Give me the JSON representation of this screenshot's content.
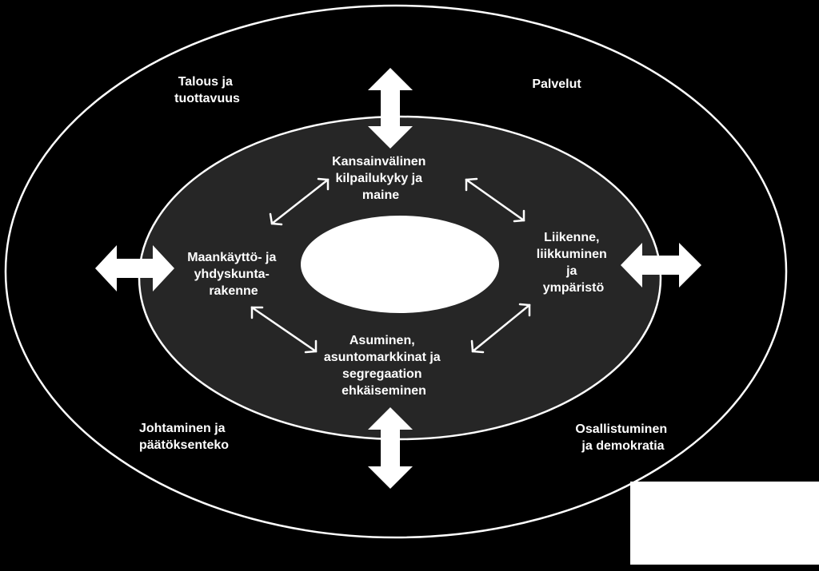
{
  "colors": {
    "background": "#000000",
    "outer_ellipse_fill": "#000000",
    "outer_ellipse_stroke": "#ffffff",
    "inner_ellipse_fill": "#262626",
    "inner_ellipse_stroke": "#ffffff",
    "center_fill": "#ffffff",
    "arrow": "#ffffff",
    "text": "#ffffff",
    "corner_box": "#ffffff"
  },
  "outer_labels": {
    "top_left": [
      "Talous ja",
      "tuottavuus"
    ],
    "top_right": [
      "Palvelut"
    ],
    "bottom_left": [
      "Johtaminen ja",
      "päätöksenteko"
    ],
    "bottom_right": [
      "Osallistuminen",
      "ja demokratia"
    ]
  },
  "inner_labels": {
    "top": [
      "Kansainvälinen",
      "kilpailukyky ja",
      "maine"
    ],
    "left": [
      "Maankäyttö- ja",
      "yhdyskunta-",
      "rakenne"
    ],
    "right": [
      "Liikenne,",
      "liikkuminen",
      "ja",
      "ympäristö"
    ],
    "bottom": [
      "Asuminen,",
      "asuntomarkkinat ja",
      "segregaation",
      "ehkäiseminen"
    ]
  }
}
